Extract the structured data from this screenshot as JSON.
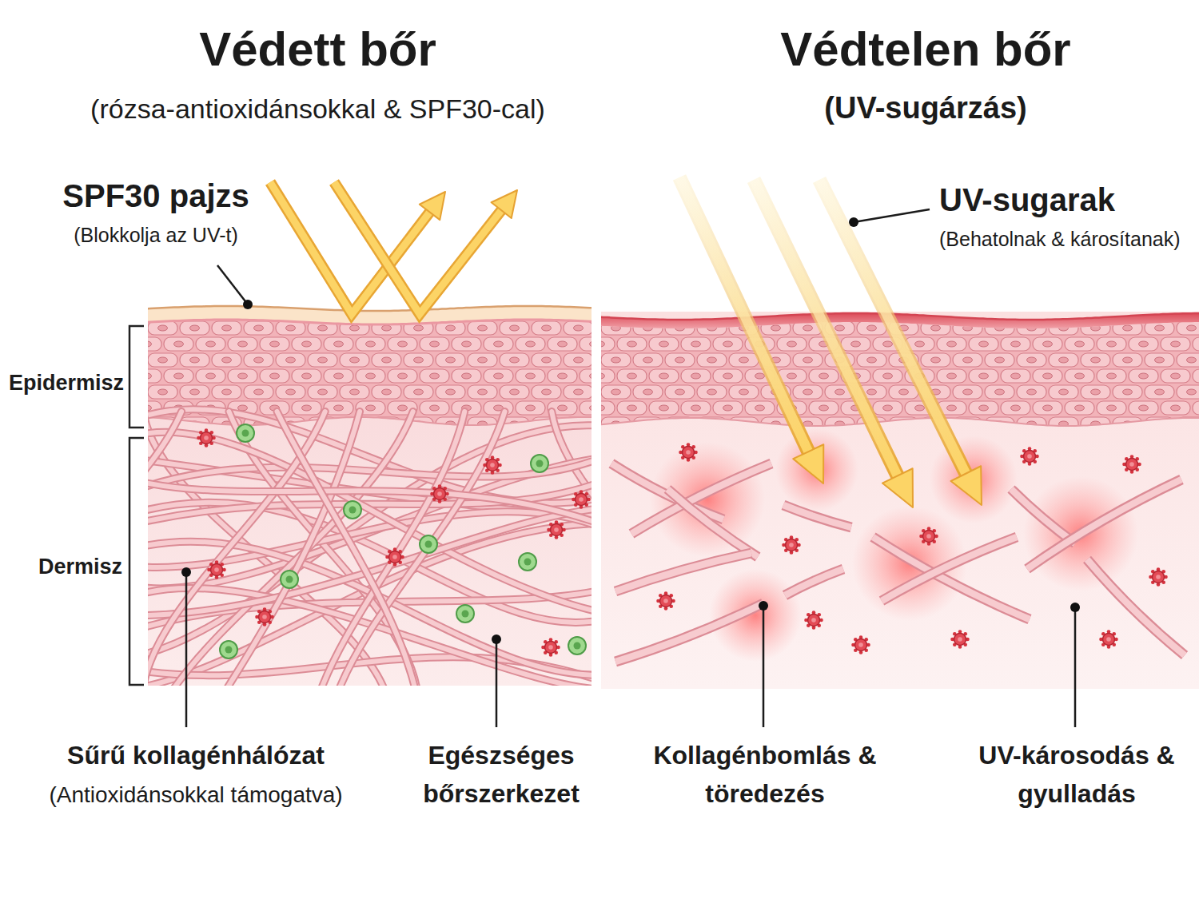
{
  "diagram": {
    "nodes": [
      {
        "text": [
          "Védett bőr",
          "(rózsa-antioxidánsokkal & SPF30-cal)"
        ]
      },
      {
        "text": [
          "Védtelen bőr",
          "(UV-sugárzás)"
        ]
      }
    ],
    "labels": [
      "SPF30 pajzs",
      "(Blokkolja az UV-t)",
      "UV-sugarak",
      "(Behatolnak & károsítanak)",
      "Epidermisz",
      "Dermisz",
      "Sűrű kollagénhálózat",
      "(Antioxidánsokkal támogatva)",
      "Egészséges bőrszerkezet",
      "Kollagénbomlás & töredezés",
      "UV-károsodás & gyulladás"
    ]
  }
}
